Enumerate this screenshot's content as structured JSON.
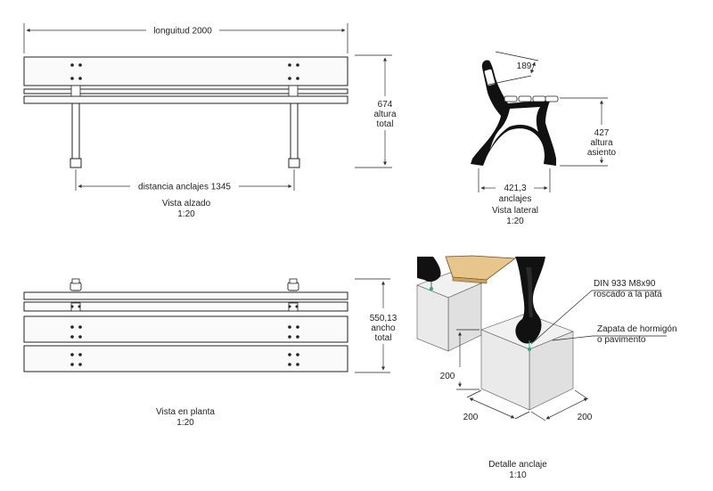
{
  "front_view": {
    "length_label": "longuitud  2000",
    "height_value": "674",
    "height_line1": "altura",
    "height_line2": "total",
    "anchor_label": "distancia anclajes  1345",
    "title": "Vista alzado",
    "scale": "1:20"
  },
  "side_view": {
    "backrest_value": "189",
    "seat_value": "427",
    "seat_line1": "altura",
    "seat_line2": "asiento",
    "anchor_value": "421,3",
    "anchor_line": "anclajes",
    "title": "Vista lateral",
    "scale": "1:20"
  },
  "plan_view": {
    "width_value": "550,13",
    "width_line1": "ancho",
    "width_line2": "total",
    "title": "Vista en planta",
    "scale": "1:20"
  },
  "anchor_detail": {
    "bolt_line1": "DIN 933 M8x90",
    "bolt_line2": "roscado a la pata",
    "footing_line1": "Zapata de hormigón",
    "footing_line2": "o pavimento",
    "dim_height": "200",
    "dim_front": "200",
    "dim_side": "200",
    "title": "Detalle anclaje",
    "scale": "1:10"
  },
  "colors": {
    "line": "#222222",
    "iron": "#111111",
    "wood": "#e8c58a",
    "concrete_top": "#f1f1f1",
    "concrete_side": "#e0e0e0",
    "concrete_front": "#eaeaea"
  }
}
